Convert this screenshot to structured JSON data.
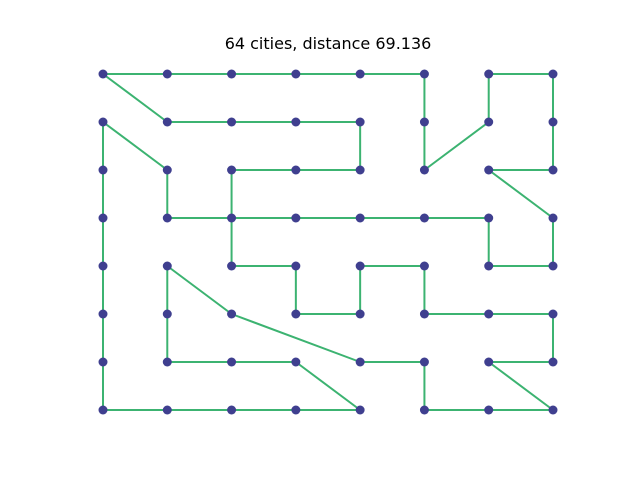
{
  "chart_data": {
    "type": "line",
    "title": "64 cities, distance 69.136",
    "axes_visible": false,
    "xlim": [
      0,
      7
    ],
    "ylim": [
      0,
      7
    ],
    "route_color": "#3cb371",
    "city_color": "#3f3f8f",
    "route": [
      [
        0,
        7
      ],
      [
        1,
        7
      ],
      [
        2,
        7
      ],
      [
        3,
        7
      ],
      [
        4,
        7
      ],
      [
        5,
        7
      ],
      [
        5,
        6
      ],
      [
        5,
        5
      ],
      [
        6,
        6
      ],
      [
        6,
        7
      ],
      [
        7,
        7
      ],
      [
        7,
        6
      ],
      [
        7,
        5
      ],
      [
        6,
        5
      ],
      [
        7,
        4
      ],
      [
        7,
        3
      ],
      [
        6,
        3
      ],
      [
        6,
        4
      ],
      [
        5,
        4
      ],
      [
        4,
        4
      ],
      [
        3,
        4
      ],
      [
        2,
        4
      ],
      [
        2,
        5
      ],
      [
        3,
        5
      ],
      [
        4,
        5
      ],
      [
        4,
        6
      ],
      [
        3,
        6
      ],
      [
        2,
        6
      ],
      [
        1,
        6
      ],
      [
        0,
        7
      ]
    ],
    "route2": [
      [
        0,
        6
      ],
      [
        1,
        5
      ],
      [
        1,
        4
      ],
      [
        2,
        4
      ],
      [
        2,
        3
      ],
      [
        3,
        3
      ],
      [
        3,
        2
      ],
      [
        4,
        2
      ],
      [
        4,
        3
      ],
      [
        5,
        3
      ],
      [
        5,
        2
      ],
      [
        6,
        2
      ],
      [
        7,
        2
      ],
      [
        7,
        1
      ],
      [
        6,
        1
      ],
      [
        7,
        0
      ],
      [
        6,
        0
      ],
      [
        5,
        0
      ],
      [
        5,
        1
      ],
      [
        4,
        1
      ],
      [
        2,
        2
      ],
      [
        1,
        3
      ],
      [
        1,
        2
      ],
      [
        1,
        1
      ],
      [
        2,
        1
      ],
      [
        3,
        1
      ],
      [
        4,
        0
      ],
      [
        3,
        0
      ],
      [
        2,
        0
      ],
      [
        1,
        0
      ],
      [
        0,
        0
      ],
      [
        0,
        1
      ],
      [
        0,
        2
      ],
      [
        0,
        3
      ],
      [
        0,
        4
      ],
      [
        0,
        5
      ],
      [
        0,
        6
      ]
    ]
  }
}
